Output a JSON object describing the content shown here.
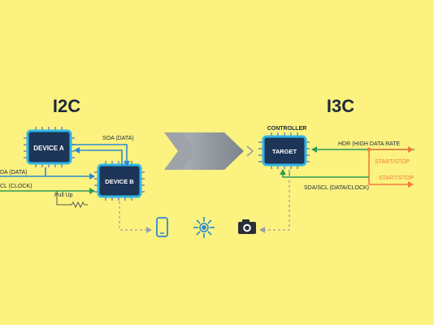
{
  "colors": {
    "background": "#fcf27f",
    "chip_body": "#1d3557",
    "chip_pin": "#9aa0a6",
    "chip_glow": "#2fb6e9",
    "line_blue": "#2a8bd1",
    "line_green": "#2e9b57",
    "line_orange": "#f07b3f",
    "arrow_grey": "#8c9299",
    "dashed_grey": "#9aa0a6",
    "text_dark": "#1b2a3a"
  },
  "i2c": {
    "title": "I2C",
    "device_a": "DEVICE A",
    "device_b": "DEVICE B",
    "sda_label": "SOA (DATA)",
    "sda_edge_label": "DA (DATA)",
    "scl_edge_label": "CL (CLOCK)",
    "pullup_label": "Pull Up"
  },
  "i3c": {
    "title": "I3C",
    "controller_label": "CONTROLLER",
    "target_label": "TARGET",
    "hdr_label": "HDR (HIGH DATA RATE",
    "start_stop_top": "START/STOP",
    "start_stop_bottom": "START/STOP",
    "bus_label": "SDA/SCL (DATA/CLOCK)"
  },
  "icons": [
    "phone-icon",
    "sensor-icon",
    "camera-icon"
  ]
}
